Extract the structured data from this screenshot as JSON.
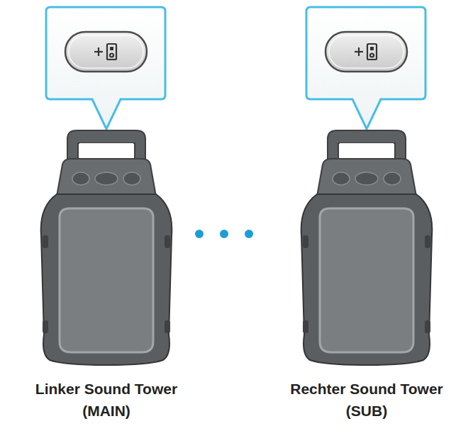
{
  "diagram": {
    "nodes": [
      {
        "text": [
          "Linker Sound Tower (MAIN)"
        ]
      },
      {
        "text": [
          "Rechter Sound Tower (SUB)"
        ]
      }
    ],
    "edges": [
      {
        "from": 0,
        "to": 1,
        "arrow": "none"
      }
    ]
  }
}
